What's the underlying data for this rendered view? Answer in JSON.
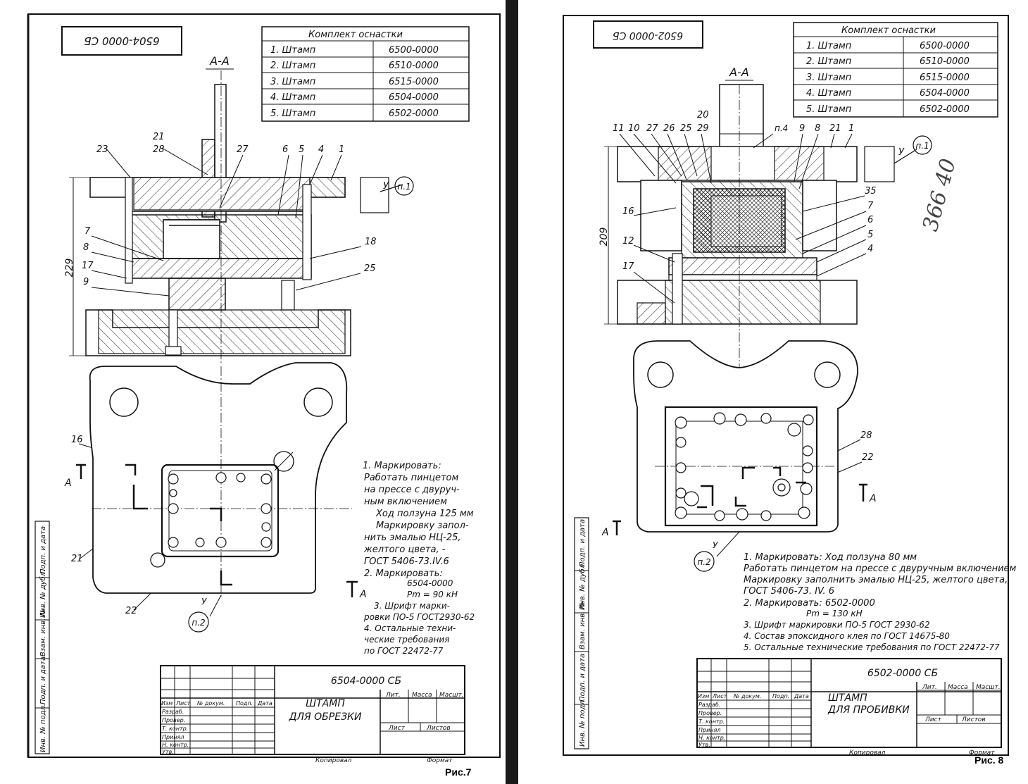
{
  "sheets": [
    {
      "designation_rotated": "6504-0000 СБ",
      "kit_title": "Комплект оснастки",
      "kit_rows": [
        {
          "name": "1. Штамп",
          "code": "6500-0000"
        },
        {
          "name": "2. Штамп",
          "code": "6510-0000"
        },
        {
          "name": "3. Штамп",
          "code": "6515-0000"
        },
        {
          "name": "4. Штамп",
          "code": "6504-0000"
        },
        {
          "name": "5. Штамп",
          "code": "6502-0000"
        }
      ],
      "section_label": "А-А",
      "callouts": [
        "21",
        "28",
        "23",
        "27",
        "6",
        "5",
        "4",
        "1",
        "7",
        "8",
        "17",
        "9",
        "18",
        "25",
        "16",
        "21",
        "22"
      ],
      "dimension": "229",
      "note_refs": [
        "п.1",
        "п.2"
      ],
      "view_marks": [
        "А",
        "А",
        "У",
        "У"
      ],
      "notes": [
        "1. Маркировать:",
        "Работать пинцетом",
        "на прессе с двуруч-",
        "ным включением",
        "Ход ползуна 125 мм",
        "Маркировку запол-",
        "нить эмалью НЦ-25,",
        "желтого цвета, -",
        "ГОСТ 5406-73.IV.6",
        "2. Маркировать:",
        "6504-0000",
        "Pm = 90 кН",
        "3. Шрифт марки-",
        "ровки ПО-5 ГОСТ2930-62",
        "4. Остальные техни-",
        "ческие требования",
        "по ГОСТ 22472-77"
      ],
      "title_block": {
        "designation": "6504-0000 СБ",
        "name_line1": "ШТАМП",
        "name_line2": "ДЛЯ ОБРЕЗКИ",
        "headers": [
          "Изм",
          "Лист",
          "№ докум.",
          "Подп.",
          "Дата"
        ],
        "roles": [
          "Разраб.",
          "Провер.",
          "Т. контр.",
          "Принял",
          "Н. контр.",
          "Утв."
        ],
        "cols": [
          "Лит.",
          "Масса",
          "Масшт."
        ],
        "sheet": "Лист",
        "sheets": "Листов",
        "copied": "Копировал",
        "format": "Формат"
      },
      "side_stamp": [
        "Подп. и дата",
        "Инв. № дубл.",
        "Взам. инв. №",
        "Подп. и дата",
        "Инв. № подл."
      ],
      "figure_label": "Рис.7"
    },
    {
      "designation_rotated": "6502-0000 СБ",
      "kit_title": "Комплект оснастки",
      "kit_rows": [
        {
          "name": "1. Штамп",
          "code": "6500-0000"
        },
        {
          "name": "2. Штамп",
          "code": "6510-0000"
        },
        {
          "name": "3. Штамп",
          "code": "6515-0000"
        },
        {
          "name": "4. Штамп",
          "code": "6504-0000"
        },
        {
          "name": "5. Штамп",
          "code": "6502-0000"
        }
      ],
      "section_label": "А-А",
      "callouts": [
        "20",
        "11",
        "10",
        "27",
        "26",
        "25",
        "29",
        "9",
        "8",
        "21",
        "1",
        "16",
        "35",
        "7",
        "6",
        "12",
        "5",
        "4",
        "17",
        "28",
        "22"
      ],
      "dimension": "209",
      "note_refs": [
        "п.4",
        "п.1",
        "п.2"
      ],
      "view_marks": [
        "А",
        "А",
        "У",
        "У"
      ],
      "notes": [
        "1. Маркировать: Ход ползуна 80 мм",
        "Работать пинцетом на прессе с двуручным включением",
        "Маркировку заполнить эмалью НЦ-25, желтого цвета,",
        "ГОСТ 5406-73. IV. 6",
        "2. Маркировать: 6502-0000",
        "Pm = 130 кН",
        "3. Шрифт маркировки ПО-5 ГОСТ 2930-62",
        "4. Состав эпоксидного клея по ГОСТ 14675-80",
        "5. Остальные технические требования по ГОСТ 22472-77"
      ],
      "title_block": {
        "designation": "6502-0000 СБ",
        "name_line1": "ШТАМП",
        "name_line2": "ДЛЯ ПРОБИВКИ",
        "headers": [
          "Изм",
          "Лист",
          "№ докум.",
          "Подп.",
          "Дата"
        ],
        "roles": [
          "Разраб.",
          "Провер.",
          "Т. контр.",
          "Принял",
          "Н. контр.",
          "Утв."
        ],
        "cols": [
          "Лит.",
          "Масса",
          "Масшт."
        ],
        "sheet": "Лист",
        "sheets": "Листов",
        "copied": "Копировал",
        "format": "Формат"
      },
      "side_stamp": [
        "Подп. и дата",
        "Инв. № дубл.",
        "Взам. инв. №",
        "Подп. и дата",
        "Инв. № подл."
      ],
      "figure_label": "Рис. 8"
    }
  ],
  "handwritten_margin": "366 40"
}
